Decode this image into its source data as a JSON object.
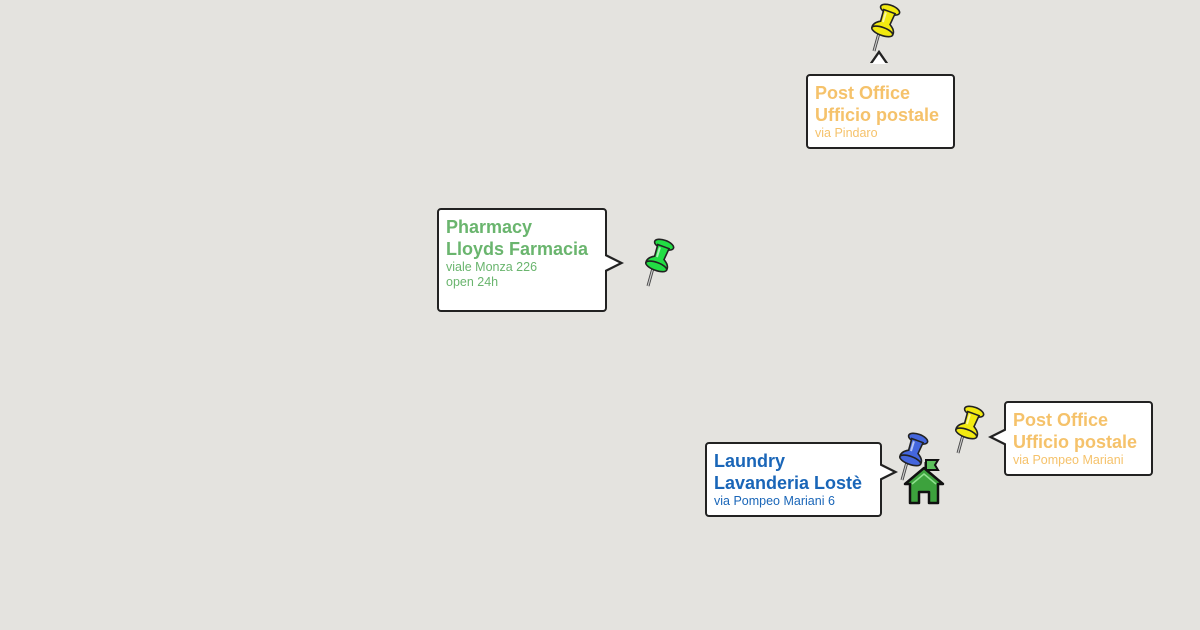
{
  "markers": [
    {
      "id": "post-office-pindaro",
      "title1": "Post Office",
      "title2": "Ufficio postale",
      "lines": [
        "via Pindaro"
      ],
      "color": "#f5c26b",
      "pin_color": "#f2ea10",
      "icon": "pushpin-icon"
    },
    {
      "id": "pharmacy",
      "title1": "Pharmacy",
      "title2": "Lloyds Farmacia",
      "lines": [
        "viale Monza 226",
        "open 24h"
      ],
      "color": "#6ab56e",
      "pin_color": "#22dd44",
      "icon": "pushpin-icon"
    },
    {
      "id": "laundry",
      "title1": "Laundry",
      "title2": "Lavanderia Lostè",
      "lines": [
        "via Pompeo Mariani 6"
      ],
      "color": "#1a66b8",
      "pin_color": "#4466dd",
      "icon": "pushpin-icon"
    },
    {
      "id": "post-office-mariani",
      "title1": "Post Office",
      "title2": "Ufficio postale",
      "lines": [
        "via Pompeo Mariani"
      ],
      "color": "#f5c26b",
      "pin_color": "#f2ea10",
      "icon": "pushpin-icon"
    }
  ],
  "home": {
    "icon": "home-icon",
    "color": "#3da23d"
  }
}
